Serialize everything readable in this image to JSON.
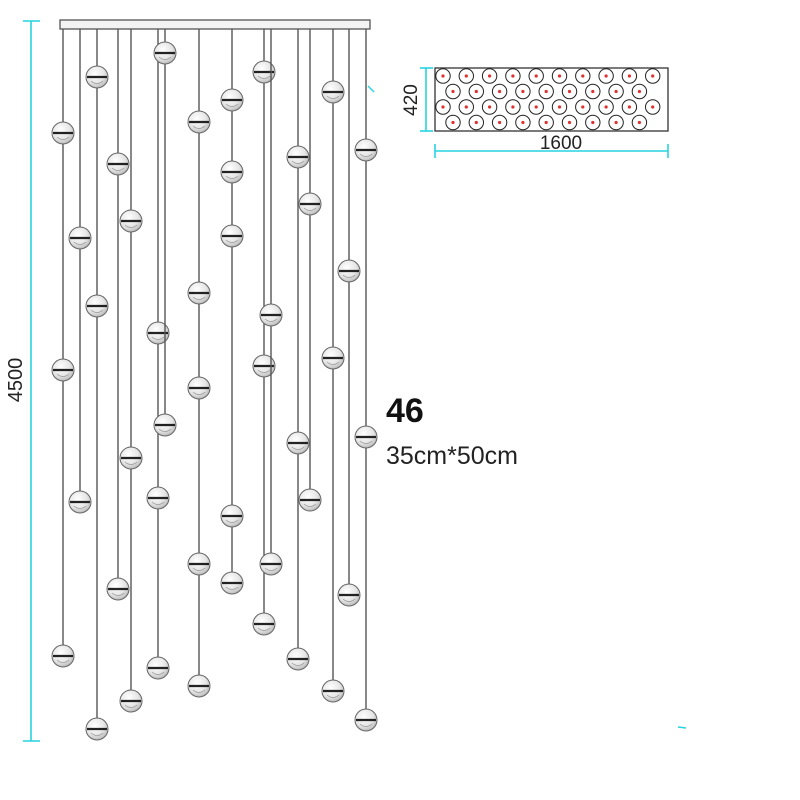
{
  "colors": {
    "dimension": "#27d3e0",
    "line": "#555555",
    "globe_dot": "#e03030"
  },
  "dimensions": {
    "height_label": "4500",
    "depth_label": "420",
    "width_label": "1600"
  },
  "spec": {
    "count": "46",
    "size": "35cm*50cm"
  }
}
